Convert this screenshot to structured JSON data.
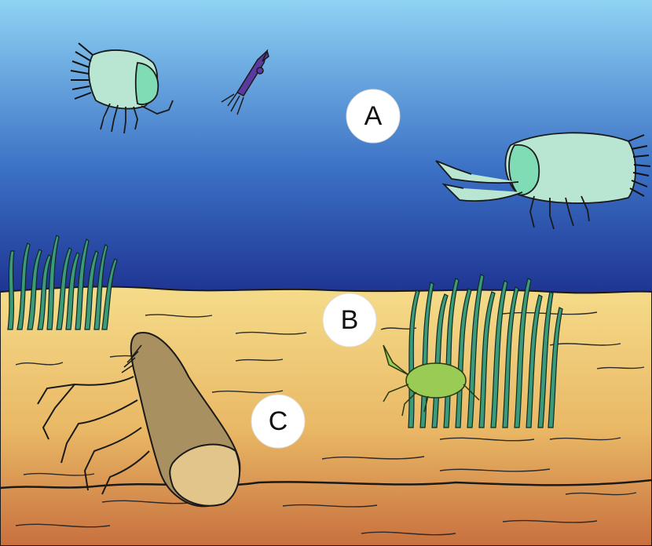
{
  "diagram": {
    "zones": [
      {
        "id": "water-column",
        "label": "A"
      },
      {
        "id": "sediment-surface",
        "label": "B"
      },
      {
        "id": "burrow",
        "label": "C"
      }
    ]
  },
  "colors": {
    "water_top": "#8fd3f4",
    "water_mid": "#3a6fc4",
    "water_bottom": "#1a2a8a",
    "sand_top": "#f5dc8a",
    "sand_mid": "#e9b865",
    "sand_bottom": "#c8703e",
    "creature_pale": "#b8e6d2",
    "creature_head": "#7fdcb4",
    "burrower_body": "#a89060",
    "burrower_head": "#e2c58a",
    "seaweed": "#3a9a7a",
    "small_crab": "#9acc55",
    "squid": "#5a3aa0"
  },
  "icons": [
    "swimming-arthropod-icon",
    "squid-icon",
    "seaweed-icon",
    "crab-icon",
    "burrowing-arthropod-icon"
  ]
}
